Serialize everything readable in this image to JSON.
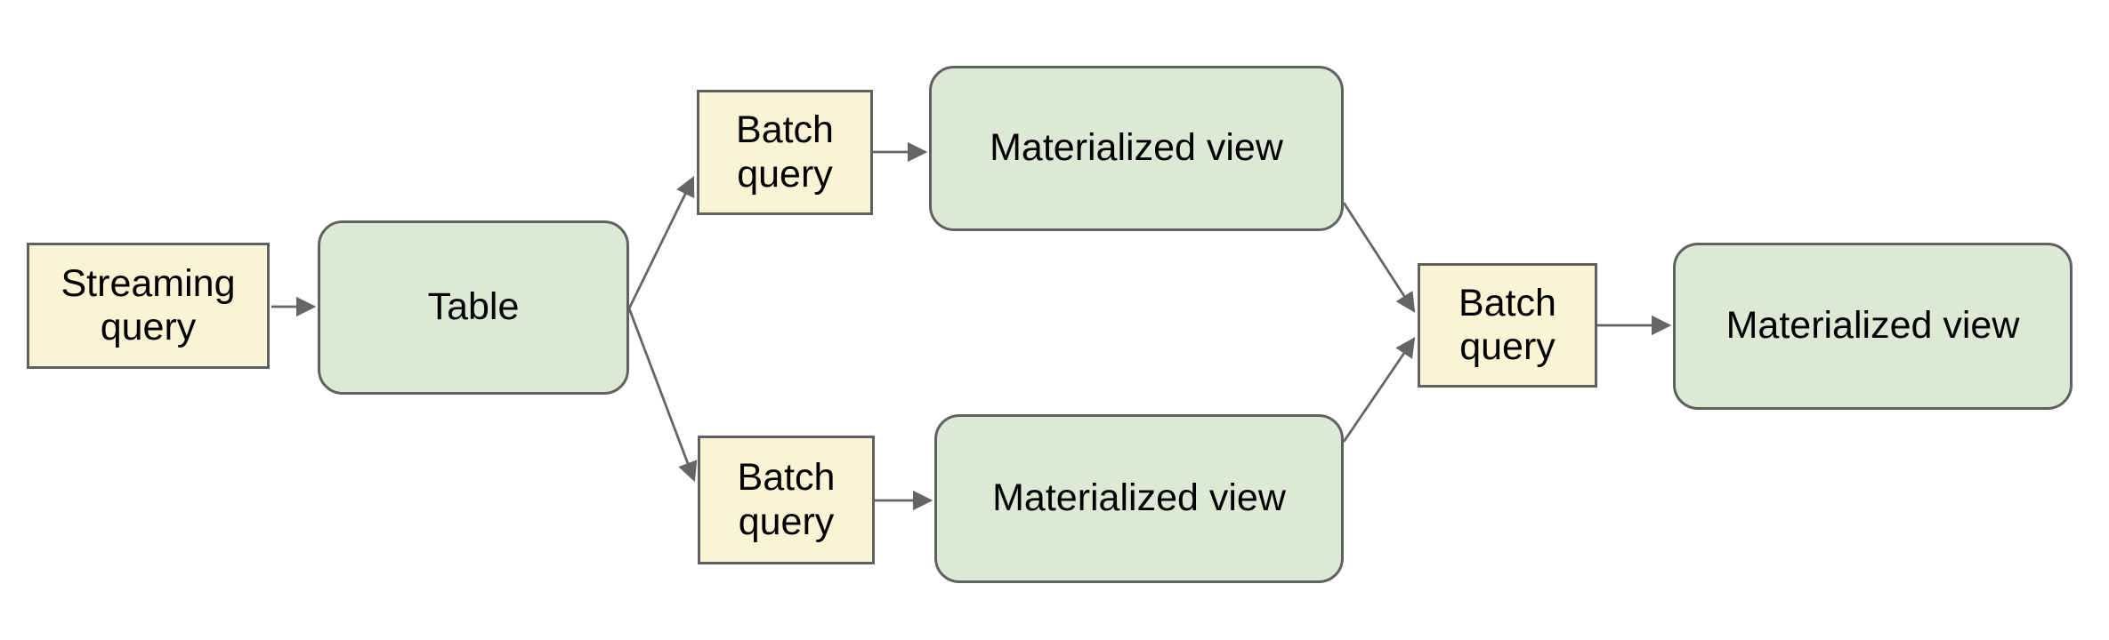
{
  "diagram": {
    "title": "",
    "colors": {
      "query_fill": "#faf3d4",
      "store_fill": "#dee9d5",
      "node_border": "#5e6061",
      "arrow_color": "#636567",
      "text_color": "#000000",
      "canvas_bg": "#ffffff"
    }
  },
  "nodes": {
    "streaming_query": {
      "label": "Streaming query",
      "shape": "rectangle",
      "fill": "#faf3d4"
    },
    "table": {
      "label": "Table",
      "shape": "rounded-rectangle",
      "fill": "#dee9d5"
    },
    "batch_query_top": {
      "label": "Batch query",
      "shape": "rectangle",
      "fill": "#faf3d4"
    },
    "materialized_view_top": {
      "label": "Materialized view",
      "shape": "rounded-rectangle",
      "fill": "#dee9d5"
    },
    "batch_query_bottom": {
      "label": "Batch query",
      "shape": "rectangle",
      "fill": "#faf3d4"
    },
    "materialized_view_bottom": {
      "label": "Materialized view",
      "shape": "rounded-rectangle",
      "fill": "#dee9d5"
    },
    "batch_query_right": {
      "label": "Batch query",
      "shape": "rectangle",
      "fill": "#faf3d4"
    },
    "materialized_view_final": {
      "label": "Materialized view",
      "shape": "rounded-rectangle",
      "fill": "#dee9d5"
    }
  },
  "edges": [
    {
      "from": "streaming_query",
      "to": "table"
    },
    {
      "from": "table",
      "to": "batch_query_top"
    },
    {
      "from": "table",
      "to": "batch_query_bottom"
    },
    {
      "from": "batch_query_top",
      "to": "materialized_view_top"
    },
    {
      "from": "batch_query_bottom",
      "to": "materialized_view_bottom"
    },
    {
      "from": "materialized_view_top",
      "to": "batch_query_right"
    },
    {
      "from": "materialized_view_bottom",
      "to": "batch_query_right"
    },
    {
      "from": "batch_query_right",
      "to": "materialized_view_final"
    }
  ]
}
